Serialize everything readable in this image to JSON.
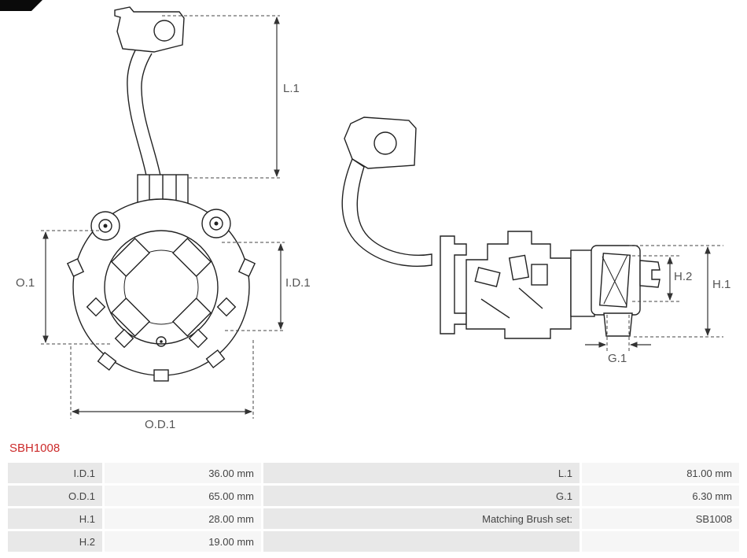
{
  "part_number": "SBH1008",
  "colors": {
    "part_number_red": "#cc2b2b",
    "drawing_line": "#222222",
    "dimension_line": "#444444",
    "label_cell_bg": "#e8e8e8",
    "value_cell_bg": "#f6f6f6",
    "dim_label_text": "#555555"
  },
  "diagram": {
    "labels": {
      "l1": "L.1",
      "o1": "O.1",
      "id1": "I.D.1",
      "od1": "O.D.1",
      "h1": "H.1",
      "h2": "H.2",
      "g1": "G.1"
    }
  },
  "spec_table": {
    "rows": [
      {
        "label1": "I.D.1",
        "value1": "36.00 mm",
        "label2": "L.1",
        "value2": "81.00 mm"
      },
      {
        "label1": "O.D.1",
        "value1": "65.00 mm",
        "label2": "G.1",
        "value2": "6.30 mm"
      },
      {
        "label1": "H.1",
        "value1": "28.00 mm",
        "label2": "Matching Brush set:",
        "value2": "SB1008"
      },
      {
        "label1": "H.2",
        "value1": "19.00 mm",
        "label2": "",
        "value2": ""
      }
    ]
  }
}
